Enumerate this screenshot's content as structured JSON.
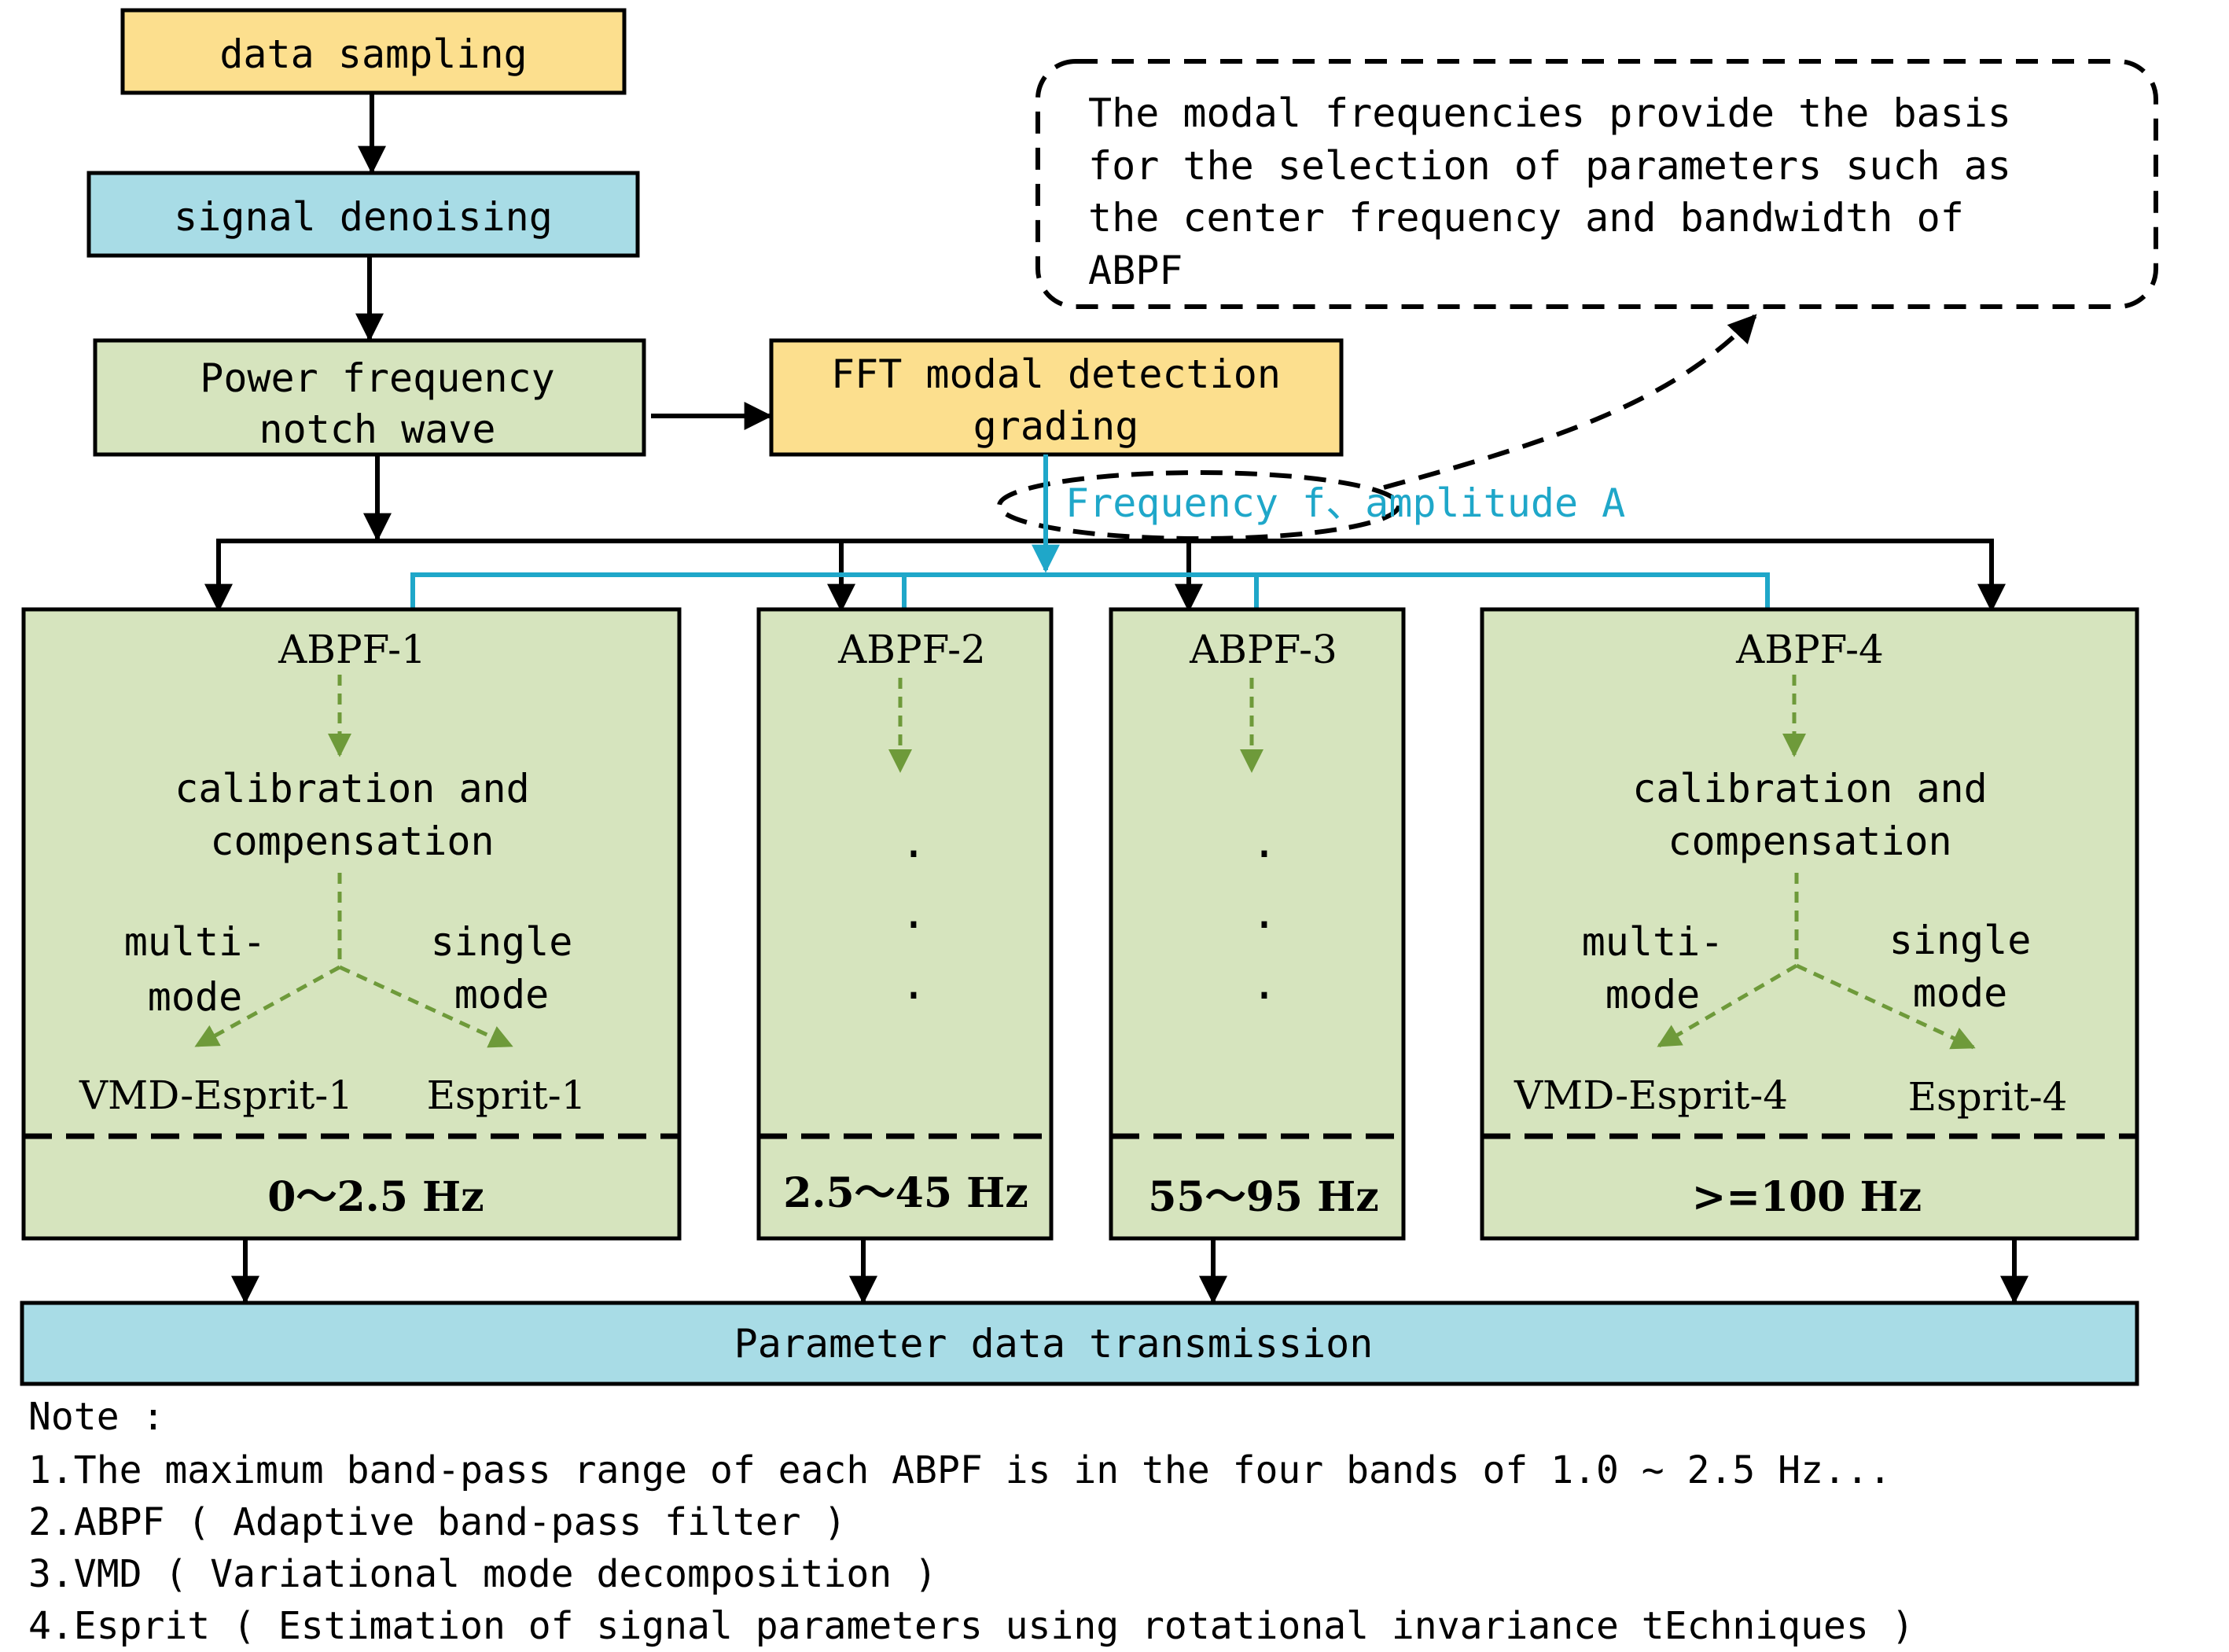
{
  "colors": {
    "yellow": "#FCDF8E",
    "blue": "#A8DCE6",
    "green": "#D6E4BE",
    "cyan_line": "#1FA7C9",
    "green_arrow": "#6E9A3A",
    "black": "#000000"
  },
  "flow": {
    "data_sampling": "data sampling",
    "signal_denoising": "signal denoising",
    "notch_line1": "Power frequency",
    "notch_line2": "notch wave",
    "fft_line1": "FFT modal detection",
    "fft_line2": "grading",
    "freq_amp_label": "Frequency f、amplitude A"
  },
  "callout": {
    "line1": "The modal frequencies provide the basis",
    "line2": "for the selection of parameters such as",
    "line3": "the center frequency and bandwidth of",
    "line4": "ABPF"
  },
  "filters": {
    "abpf1": {
      "title": "ABPF-1",
      "calib1": "calibration and",
      "calib2": "compensation",
      "multi1": "multi-",
      "multi2": "mode",
      "single1": "single",
      "single2": "mode",
      "left_out": "VMD-Esprit-1",
      "right_out": "Esprit-1",
      "range": "0～2.5 Hz"
    },
    "abpf2": {
      "title": "ABPF-2",
      "dots": ".",
      "range": "2.5～45 Hz"
    },
    "abpf3": {
      "title": "ABPF-3",
      "dots": ".",
      "range": "55～95 Hz"
    },
    "abpf4": {
      "title": "ABPF-4",
      "calib1": "calibration and",
      "calib2": "compensation",
      "multi1": "multi-",
      "multi2": "mode",
      "single1": "single",
      "single2": "mode",
      "left_out": "VMD-Esprit-4",
      "right_out": "Esprit-4",
      "range": ">=100 Hz"
    }
  },
  "transmission": "Parameter data transmission",
  "notes": {
    "heading": "Note :",
    "n1": "1.The maximum band-pass range of each ABPF is in the four bands of 1.0 ~ 2.5 Hz...",
    "n2": "2.ABPF ( Adaptive band-pass filter )",
    "n3": "3.VMD ( Variational mode decomposition )",
    "n4": "4.Esprit ( Estimation of signal parameters using rotational invariance tEchniques )"
  }
}
